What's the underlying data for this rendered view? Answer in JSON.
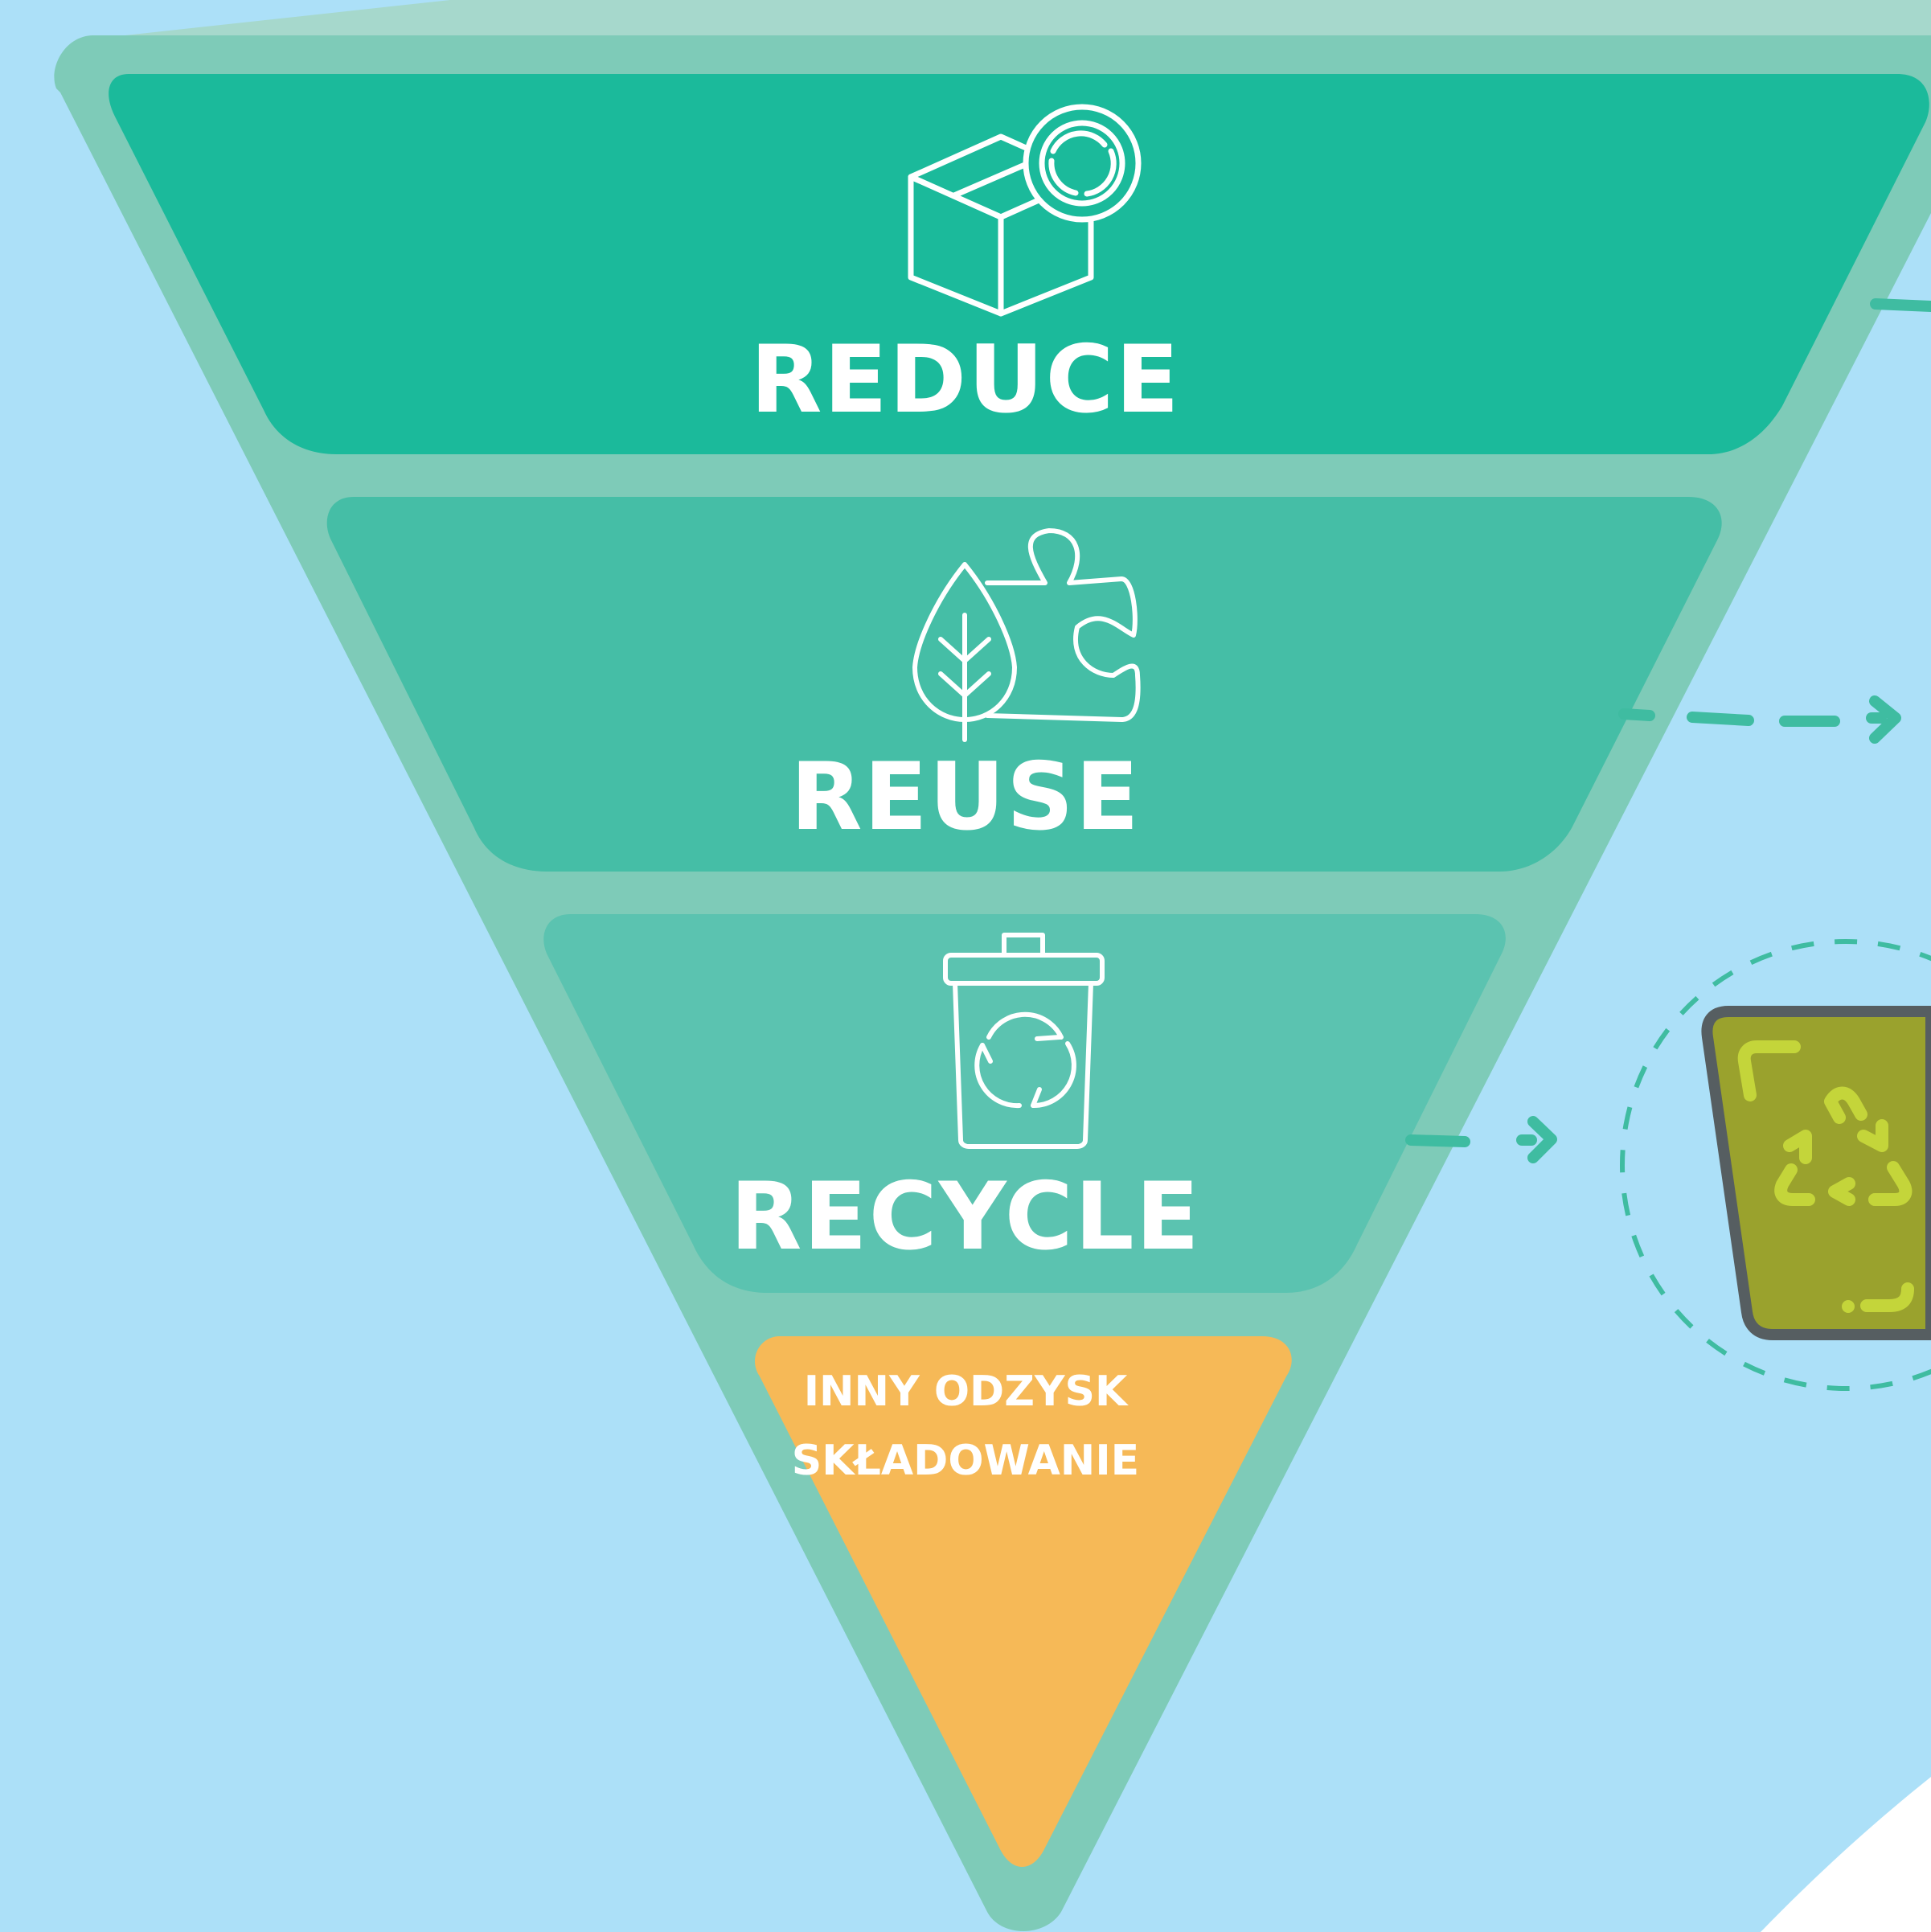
{
  "hierarchy": {
    "levels": [
      {
        "label": "REDUCE",
        "icon": "box-refresh-icon",
        "color": "#1bba9b"
      },
      {
        "label": "REUSE",
        "icon": "leaf-puzzle-icon",
        "color": "#45bea6"
      },
      {
        "label": "RECYCLE",
        "icon": "recycling-bin-icon",
        "color": "#5bc3b0"
      }
    ],
    "bottom": {
      "line1": "INNY ODZYSK",
      "line2": "SKŁADOWANIE",
      "color": "#f6b957"
    }
  },
  "colors": {
    "background": "#ace0f8",
    "funnel": "#7ecbb8",
    "arrow": "#3fbca1",
    "bin": "#9aa22d",
    "bin_outline": "#565e61",
    "bin_symbol": "#c4d53a"
  },
  "icons": [
    "dashed-arrow-icon",
    "recycle-bin-icon"
  ]
}
